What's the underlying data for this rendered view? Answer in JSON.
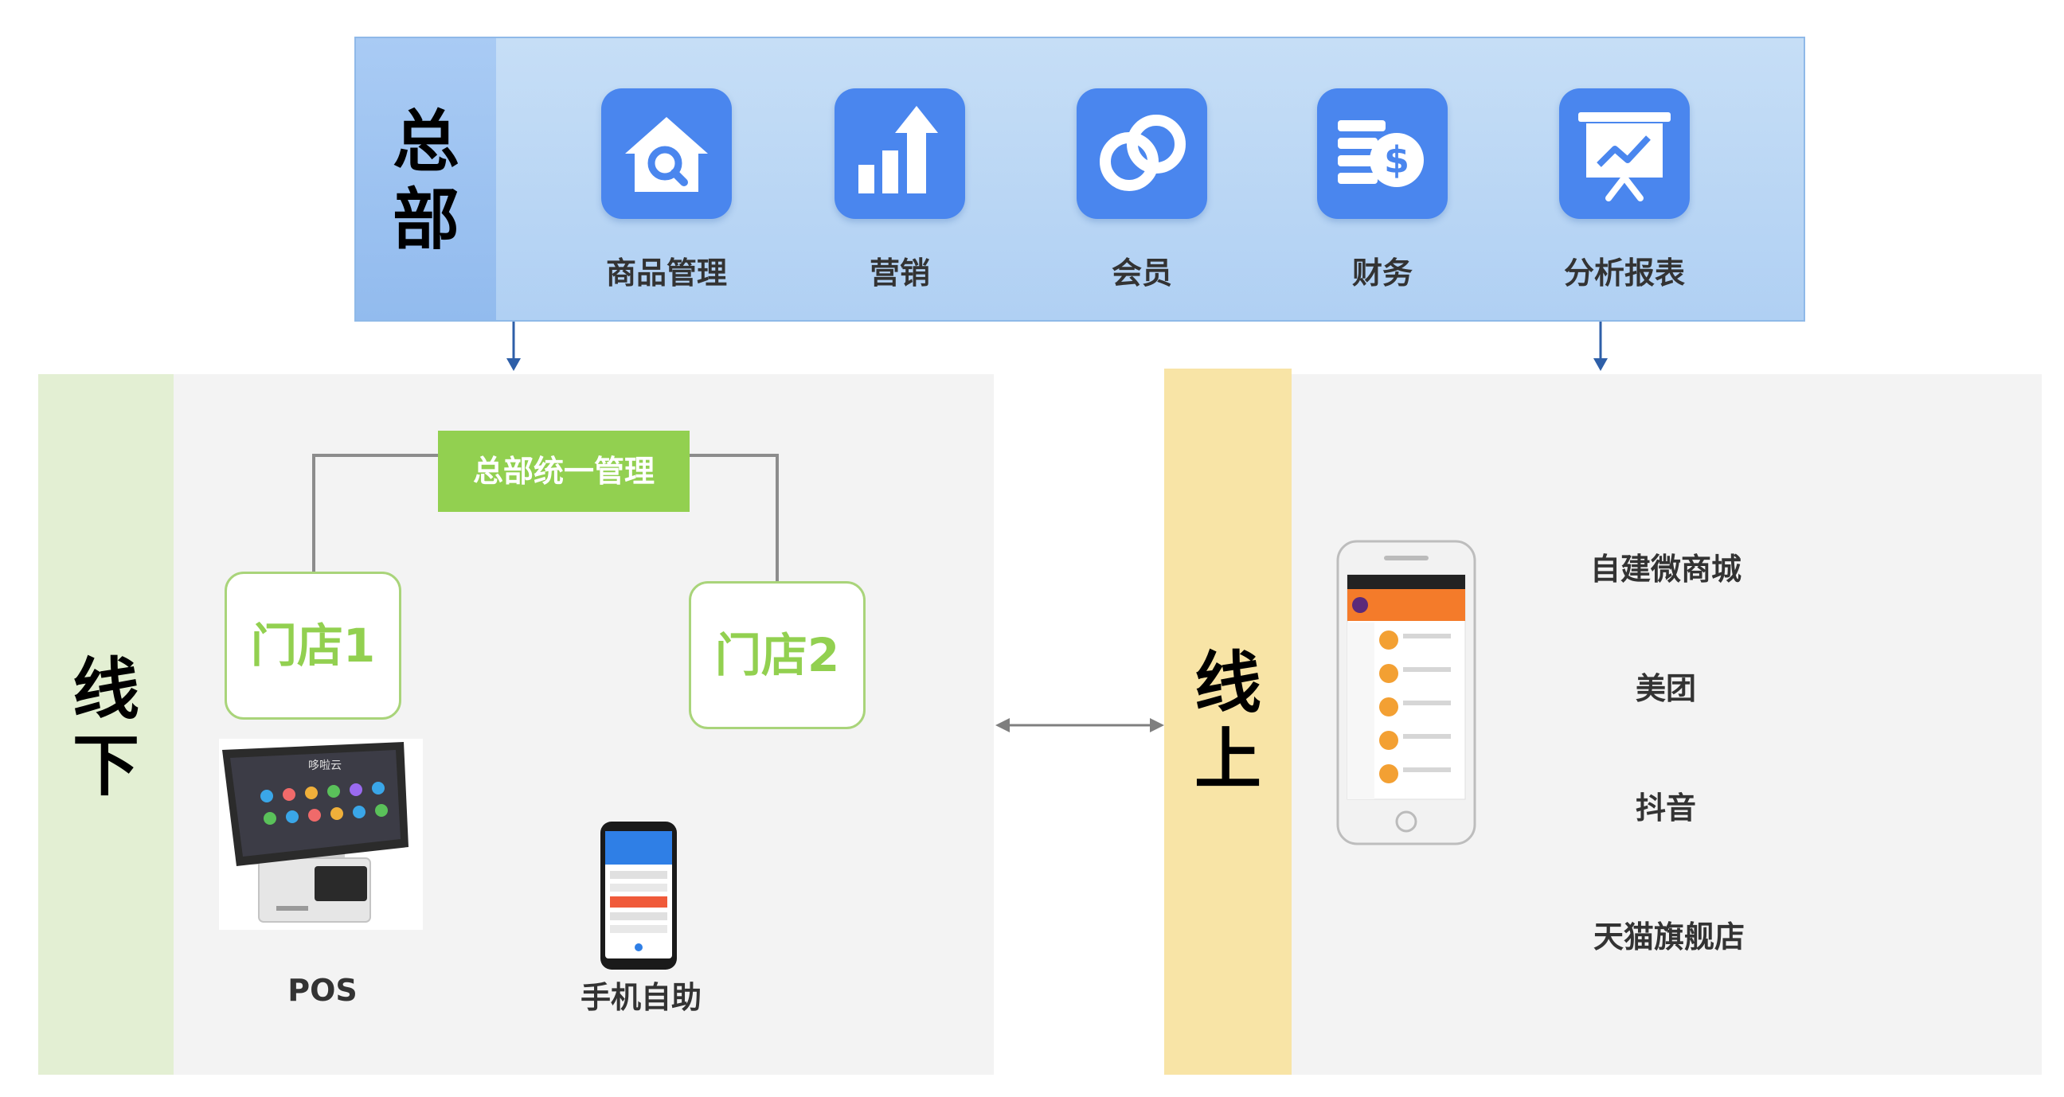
{
  "headquarters": {
    "title_line1": "总",
    "title_line2": "部",
    "modules": [
      {
        "label": "商品管理",
        "icon": "house-search-icon"
      },
      {
        "label": "营销",
        "icon": "bar-chart-up-icon"
      },
      {
        "label": "会员",
        "icon": "linked-rings-icon"
      },
      {
        "label": "财务",
        "icon": "coin-dollar-icon"
      },
      {
        "label": "分析报表",
        "icon": "presentation-chart-icon"
      }
    ]
  },
  "offline": {
    "title_line1": "线",
    "title_line2": "下",
    "hub_label": "总部统一管理",
    "stores": [
      "门店1",
      "门店2"
    ],
    "devices": {
      "pos_label": "POS",
      "mobile_label": "手机自助",
      "pos_screen_text": "哆啦云"
    }
  },
  "online": {
    "title_line1": "线",
    "title_line2": "上",
    "channels": [
      "自建微商城",
      "美团",
      "抖音",
      "天猫旗舰店"
    ]
  },
  "colors": {
    "hq_blue": "#b0d0f3",
    "icon_blue": "#4a86ee",
    "offline_green": "#e3efd3",
    "store_green": "#92d050",
    "online_yellow": "#f8e4a6",
    "arrow_blue": "#2e5fa8"
  }
}
